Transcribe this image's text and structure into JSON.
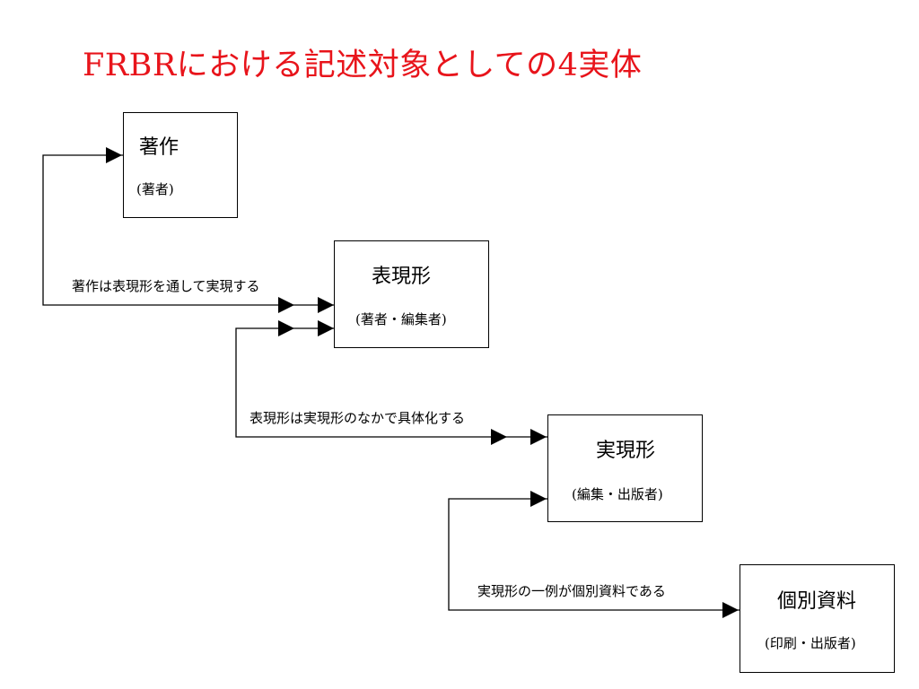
{
  "title": "FRBRにおける記述対象としての4実体",
  "colors": {
    "title": "#e8141b",
    "line": "#000000"
  },
  "entities": [
    {
      "name": "著作",
      "role": "(著者)"
    },
    {
      "name": "表現形",
      "role": "(著者・編集者)"
    },
    {
      "name": "実現形",
      "role": "(編集・出版者)"
    },
    {
      "name": "個別資料",
      "role": "(印刷・出版者)"
    }
  ],
  "relations": [
    {
      "label": "著作は表現形を通して実現する"
    },
    {
      "label": "表現形は実現形のなかで具体化する"
    },
    {
      "label": "実現形の一例が個別資料である"
    }
  ]
}
